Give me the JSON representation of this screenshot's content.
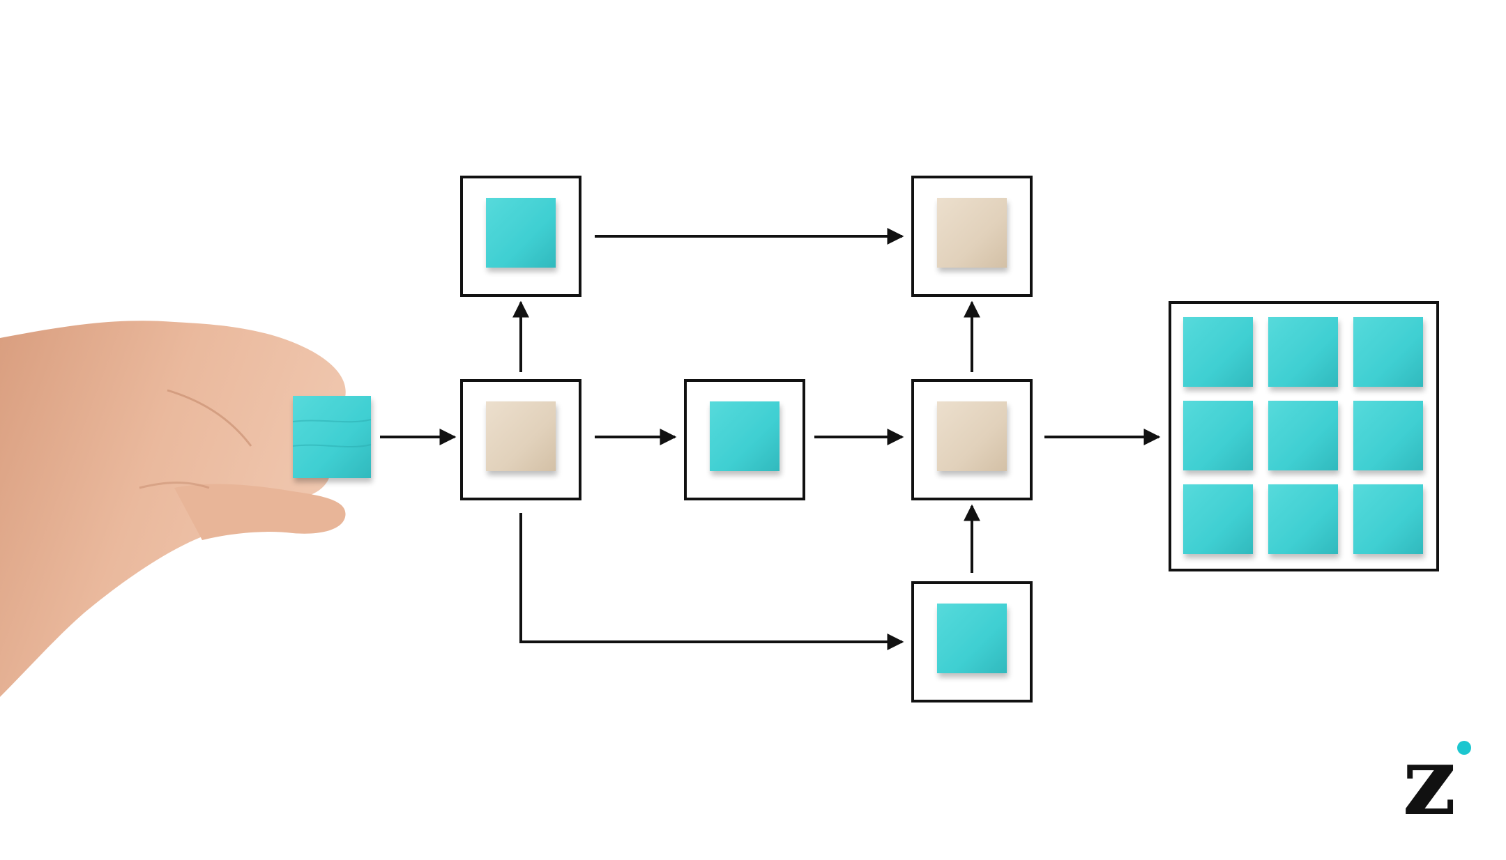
{
  "logo": {
    "letter": "z",
    "dot_color": "#1cc6cf",
    "letter_color": "#111111"
  },
  "colors": {
    "teal_block": "#3fcfd2",
    "teal_block_dark": "#2aa9ad",
    "beige_block": "#e3d4c0",
    "beige_block_dark": "#c8b49b",
    "frame_stroke": "#111111",
    "arrow": "#111111",
    "skin": "#e6b597",
    "skin_shadow": "#c98f72"
  },
  "nodes": [
    {
      "id": "start",
      "kind": "held-block",
      "block": "teal",
      "framed": false
    },
    {
      "id": "split",
      "kind": "frame",
      "block": "beige",
      "framed": true
    },
    {
      "id": "top-left",
      "kind": "frame",
      "block": "teal",
      "framed": true
    },
    {
      "id": "middle",
      "kind": "frame",
      "block": "teal",
      "framed": true
    },
    {
      "id": "top-right",
      "kind": "frame",
      "block": "beige",
      "framed": true
    },
    {
      "id": "merge",
      "kind": "frame",
      "block": "beige",
      "framed": true
    },
    {
      "id": "bottom-right",
      "kind": "frame",
      "block": "teal",
      "framed": true
    },
    {
      "id": "output-grid",
      "kind": "grid",
      "block": "teal",
      "rows": 3,
      "cols": 3,
      "framed": true
    }
  ],
  "edges": [
    {
      "from": "start",
      "to": "split"
    },
    {
      "from": "split",
      "to": "top-left"
    },
    {
      "from": "split",
      "to": "middle"
    },
    {
      "from": "top-left",
      "to": "top-right"
    },
    {
      "from": "middle",
      "to": "merge"
    },
    {
      "from": "merge",
      "to": "top-right"
    },
    {
      "from": "split",
      "to": "bottom-right"
    },
    {
      "from": "bottom-right",
      "to": "merge"
    },
    {
      "from": "merge",
      "to": "output-grid"
    }
  ]
}
